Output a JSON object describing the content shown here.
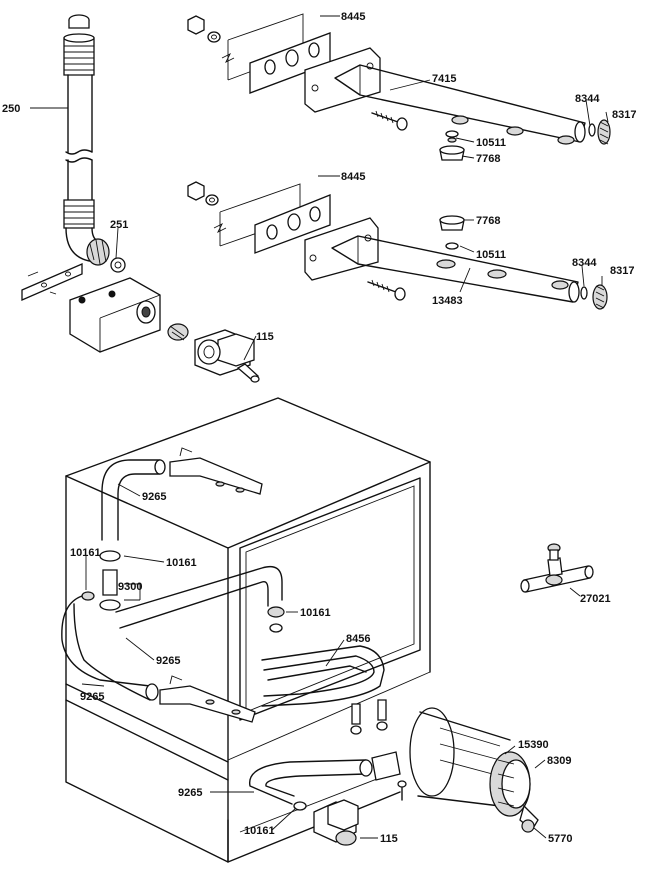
{
  "diagram": {
    "callouts": [
      {
        "id": "c8445a",
        "text": "8445"
      },
      {
        "id": "c7415",
        "text": "7415"
      },
      {
        "id": "c8344a",
        "text": "8344"
      },
      {
        "id": "c8317a",
        "text": "8317"
      },
      {
        "id": "c10511a",
        "text": "10511"
      },
      {
        "id": "c7768a",
        "text": "7768"
      },
      {
        "id": "c250",
        "text": "250"
      },
      {
        "id": "c251",
        "text": "251"
      },
      {
        "id": "c8445b",
        "text": "8445"
      },
      {
        "id": "c7768b",
        "text": "7768"
      },
      {
        "id": "c10511b",
        "text": "10511"
      },
      {
        "id": "c8344b",
        "text": "8344"
      },
      {
        "id": "c8317b",
        "text": "8317"
      },
      {
        "id": "c13483",
        "text": "13483"
      },
      {
        "id": "c115a",
        "text": "115"
      },
      {
        "id": "c9265a",
        "text": "9265"
      },
      {
        "id": "c10161a",
        "text": "10161"
      },
      {
        "id": "c10161b",
        "text": "10161"
      },
      {
        "id": "c9300",
        "text": "9300"
      },
      {
        "id": "c10161c",
        "text": "10161"
      },
      {
        "id": "c8456",
        "text": "8456"
      },
      {
        "id": "c9265b",
        "text": "9265"
      },
      {
        "id": "c9265c",
        "text": "9265"
      },
      {
        "id": "c27021",
        "text": "27021"
      },
      {
        "id": "c15390",
        "text": "15390"
      },
      {
        "id": "c8309",
        "text": "8309"
      },
      {
        "id": "c9265d",
        "text": "9265"
      },
      {
        "id": "c5770",
        "text": "5770"
      },
      {
        "id": "c10161d",
        "text": "10161"
      },
      {
        "id": "c115b",
        "text": "115"
      }
    ]
  }
}
